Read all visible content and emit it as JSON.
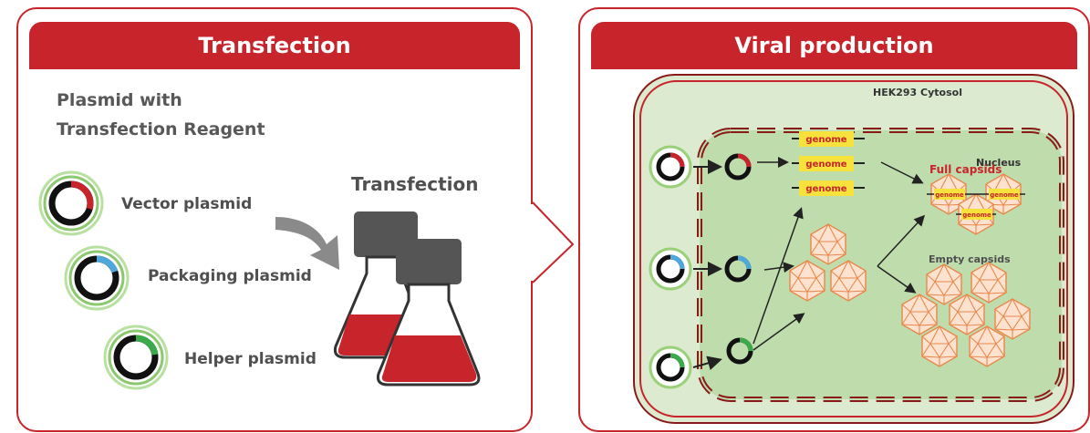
{
  "left_panel": {
    "banner": "Transfection",
    "title_line1": "Plasmid with",
    "title_line2": "Transfection Reagent",
    "plasmids": [
      {
        "label": "Vector plasmid",
        "color": "#c8242c"
      },
      {
        "label": "Packaging plasmid",
        "color": "#4fa8dc"
      },
      {
        "label": "Helper plasmid",
        "color": "#3aaa4a"
      }
    ],
    "transfection_label": "Transfection"
  },
  "right_panel": {
    "banner": "Viral production",
    "cytosol_label": "HEK293 Cytosol",
    "nucleus_label": "Nucleus",
    "genome_labels": [
      "genome",
      "genome",
      "genome"
    ],
    "full_capsids_label": "Full capsids",
    "capsid_genome_labels": [
      "genome",
      "genome",
      "genome"
    ],
    "empty_capsids_label": "Empty capsids"
  },
  "colors": {
    "brand_red": "#c8242c",
    "cell_green": "#dcebd0",
    "nucleus_green": "#bfdcad",
    "plasmid_ring_green": "#9bd07a",
    "genome_yellow": "#f7e13c",
    "capsid_orange": "#f0a070",
    "flask_red": "#c8242c",
    "flask_cap": "#555555"
  }
}
